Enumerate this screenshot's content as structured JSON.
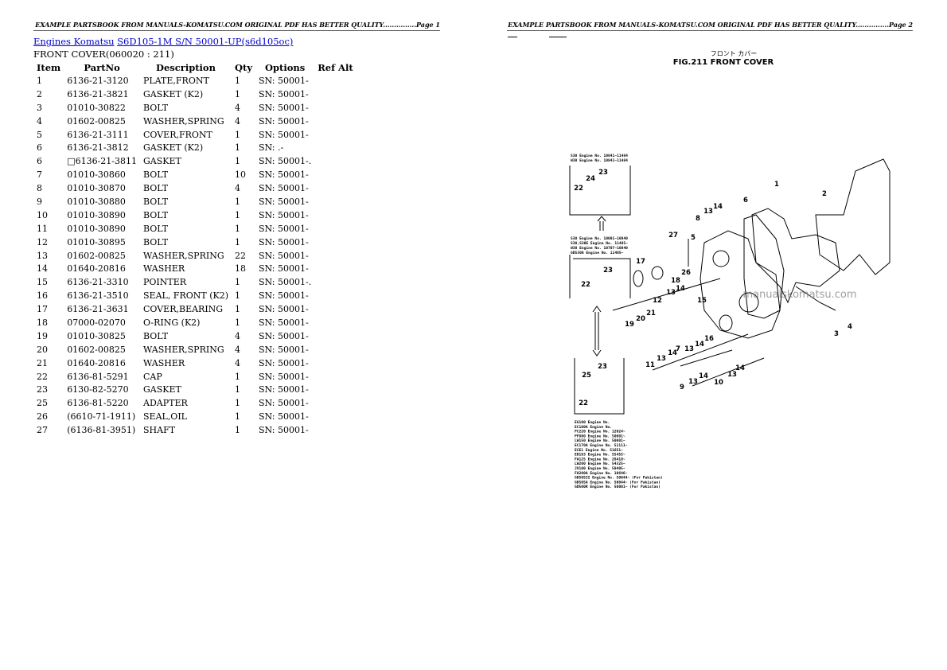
{
  "header_left": "EXAMPLE PARTSBOOK FROM MANUALS-KOMATSU.COM ORIGINAL PDF HAS BETTER QUALITY...............Page 1",
  "header_right": "EXAMPLE PARTSBOOK FROM MANUALS-KOMATSU.COM ORIGINAL PDF HAS BETTER QUALITY...............Page 2",
  "breadcrumb": {
    "link1": "Engines Komatsu",
    "link2": "S6D105-1M S/N 50001-UP(s6d105oc)"
  },
  "section_title": "FRONT COVER(060020 : 211)",
  "table": {
    "headers": [
      "Item",
      "PartNo",
      "Description",
      "Qty",
      "Options",
      "Ref Alt"
    ],
    "rows": [
      [
        "1",
        "6136-21-3120",
        "PLATE,FRONT",
        "1",
        "SN: 50001-",
        ""
      ],
      [
        "2",
        "6136-21-3821",
        "GASKET (K2)",
        "1",
        "SN: 50001-",
        ""
      ],
      [
        "3",
        "01010-30822",
        "BOLT",
        "4",
        "SN: 50001-",
        ""
      ],
      [
        "4",
        "01602-00825",
        "WASHER,SPRING",
        "4",
        "SN: 50001-",
        ""
      ],
      [
        "5",
        "6136-21-3111",
        "COVER,FRONT",
        "1",
        "SN: 50001-",
        ""
      ],
      [
        "6",
        "6136-21-3812",
        "GASKET (K2)",
        "1",
        "SN: .-",
        ""
      ],
      [
        "6",
        "□6136-21-3811",
        "GASKET",
        "1",
        "SN: 50001-.",
        ""
      ],
      [
        "7",
        "01010-30860",
        "BOLT",
        "10",
        "SN: 50001-",
        ""
      ],
      [
        "8",
        "01010-30870",
        "BOLT",
        "4",
        "SN: 50001-",
        ""
      ],
      [
        "9",
        "01010-30880",
        "BOLT",
        "1",
        "SN: 50001-",
        ""
      ],
      [
        "10",
        "01010-30890",
        "BOLT",
        "1",
        "SN: 50001-",
        ""
      ],
      [
        "11",
        "01010-30890",
        "BOLT",
        "1",
        "SN: 50001-",
        ""
      ],
      [
        "12",
        "01010-30895",
        "BOLT",
        "1",
        "SN: 50001-",
        ""
      ],
      [
        "13",
        "01602-00825",
        "WASHER,SPRING",
        "22",
        "SN: 50001-",
        ""
      ],
      [
        "14",
        "01640-20816",
        "WASHER",
        "18",
        "SN: 50001-",
        ""
      ],
      [
        "15",
        "6136-21-3310",
        "POINTER",
        "1",
        "SN: 50001-.",
        ""
      ],
      [
        "16",
        "6136-21-3510",
        "SEAL, FRONT (K2)",
        "1",
        "SN: 50001-",
        ""
      ],
      [
        "17",
        "6136-21-3631",
        "COVER,BEARING",
        "1",
        "SN: 50001-",
        ""
      ],
      [
        "18",
        "07000-02070",
        "O-RING (K2)",
        "1",
        "SN: 50001-",
        ""
      ],
      [
        "19",
        "01010-30825",
        "BOLT",
        "4",
        "SN: 50001-",
        ""
      ],
      [
        "20",
        "01602-00825",
        "WASHER,SPRING",
        "4",
        "SN: 50001-",
        ""
      ],
      [
        "21",
        "01640-20816",
        "WASHER",
        "4",
        "SN: 50001-",
        ""
      ],
      [
        "22",
        "6136-81-5291",
        "CAP",
        "1",
        "SN: 50001-",
        ""
      ],
      [
        "23",
        "6130-82-5270",
        "GASKET",
        "1",
        "SN: 50001-",
        ""
      ],
      [
        "25",
        "6136-81-5220",
        "ADAPTER",
        "1",
        "SN: 50001-",
        ""
      ],
      [
        "26",
        "(6610-71-1911)",
        "SEAL,OIL",
        "1",
        "SN: 50001-",
        ""
      ],
      [
        "27",
        "(6136-81-3951)",
        "SHAFT",
        "1",
        "SN: 50001-",
        ""
      ]
    ]
  },
  "figure": {
    "jp_title": "フロント カバー",
    "title": "FIG.211  FRONT COVER",
    "watermark": "manualskomatsu.com",
    "callouts": [
      "23",
      "24",
      "22",
      "1",
      "2",
      "6",
      "14",
      "13",
      "8",
      "27",
      "5",
      "17",
      "23",
      "26",
      "18",
      "22",
      "14",
      "13",
      "12",
      "15",
      "21",
      "20",
      "19",
      "16",
      "4",
      "3",
      "11",
      "13",
      "14",
      "7",
      "13",
      "14",
      "9",
      "13",
      "14",
      "10",
      "13",
      "14",
      "23",
      "25",
      "22"
    ],
    "note_top": [
      "S30  Engine No. 10841~11484",
      "W30  Engine No. 10841~11484"
    ],
    "note_mid": [
      "S30      Engine No. 10001~10840",
      "S30,S30E Engine No. 11485~",
      "W30      Engine No. 10707~10840",
      "GD530A   Engine No. 11485~"
    ],
    "note_bottom": [
      "EG100  Engine No.",
      "EC100A Engine No.",
      "PC220  Engine No. 12024~",
      "PF800  Engine No. 50001~",
      "LW150  Engine No. 50001~",
      "EC170A Engine No. 51111~",
      "ECE1  Engine No. 51651~",
      "ED193  Engine No. 55455~",
      "FA125  Engine No. 28410~",
      "LW200  Engine No. 54325~",
      "JV100  Engine No. 50405~",
      "FA200A Engine No. 10646~",
      "GD505II Engine No. 50044~ (For Pakistan)",
      "GD505A Engine No. 50044~ (For Pakistan)",
      "GD500R Engine No. 50001~ (For Pakistan)"
    ]
  }
}
